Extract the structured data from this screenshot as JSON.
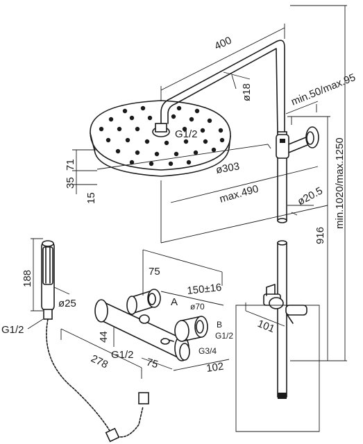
{
  "dimensions": {
    "arm_length": "400",
    "arm_diameter": "ø18",
    "head_connection": "G1/2",
    "head_diameter": "ø303",
    "head_height_71": "71",
    "head_height_35": "35",
    "head_height_15": "15",
    "max_reach": "max.490",
    "slider_offset": "min.50/max.95",
    "bar_diameter": "ø20.5",
    "total_height": "min.1020/max.1250",
    "bar_height": "916",
    "hand_shower_length": "188",
    "hand_shower_diameter": "ø25",
    "hose_connection": "G1/2",
    "valve_top_75": "75",
    "label_a": "A",
    "valve_spacing": "150±16",
    "knob_diameter": "ø70",
    "label_b": "B",
    "outlet_b_thread": "G1/2",
    "valve_height_44": "44",
    "valve_inlet": "G1/2",
    "valve_depth_75": "75",
    "inlet_thread_34": "G3/4",
    "valve_length": "278",
    "valve_width": "102",
    "bracket_width": "101"
  }
}
